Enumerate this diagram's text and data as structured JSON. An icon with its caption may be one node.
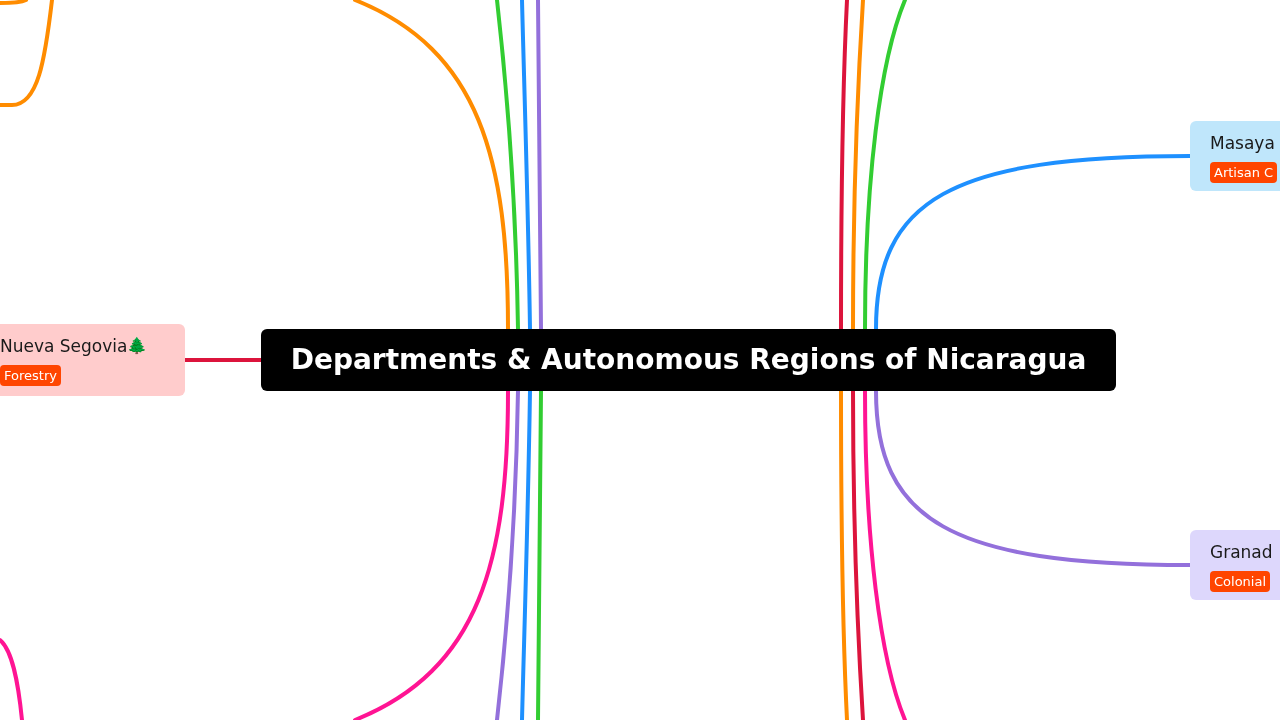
{
  "diagram": {
    "nodes": [
      {
        "text": [
          "Departments & Autonomous Regions of Nicaragua"
        ]
      },
      {
        "text": [
          "Nueva Segovia🌲",
          "Forestry"
        ]
      },
      {
        "text": [
          "Masaya",
          "Artisan C"
        ]
      },
      {
        "text": [
          "Granad",
          "Colonial"
        ]
      }
    ],
    "edges": [
      {
        "from": 0,
        "to": 1,
        "arrow": "none",
        "color": "#dc143c"
      },
      {
        "from": 0,
        "to": 2,
        "arrow": "none",
        "color": "#1e90ff"
      },
      {
        "from": 0,
        "to": 3,
        "arrow": "none",
        "color": "#9370db"
      },
      {
        "from": 0,
        "to": null,
        "arrow": "none",
        "color": "#ff8c00"
      },
      {
        "from": 0,
        "to": null,
        "arrow": "none",
        "color": "#32cd32"
      },
      {
        "from": 0,
        "to": null,
        "arrow": "none",
        "color": "#1e90ff"
      },
      {
        "from": 0,
        "to": null,
        "arrow": "none",
        "color": "#9370db"
      },
      {
        "from": 0,
        "to": null,
        "arrow": "none",
        "color": "#ff1493"
      },
      {
        "from": 0,
        "to": null,
        "arrow": "none",
        "color": "#9370db"
      },
      {
        "from": 0,
        "to": null,
        "arrow": "none",
        "color": "#1e90ff"
      },
      {
        "from": 0,
        "to": null,
        "arrow": "none",
        "color": "#32cd32"
      },
      {
        "from": 0,
        "to": null,
        "arrow": "none",
        "color": "#dc143c"
      },
      {
        "from": 0,
        "to": null,
        "arrow": "none",
        "color": "#ff8c00"
      },
      {
        "from": 0,
        "to": null,
        "arrow": "none",
        "color": "#32cd32"
      },
      {
        "from": 0,
        "to": null,
        "arrow": "none",
        "color": "#ff8c00"
      },
      {
        "from": 0,
        "to": null,
        "arrow": "none",
        "color": "#dc143c"
      },
      {
        "from": 0,
        "to": null,
        "arrow": "none",
        "color": "#ff1493"
      }
    ]
  }
}
